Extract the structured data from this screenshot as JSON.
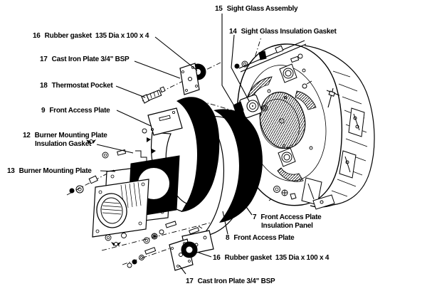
{
  "page": {
    "type": "exploded-parts-diagram",
    "colors": {
      "ink": "#000000",
      "paper": "#ffffff"
    }
  },
  "diagram": {
    "labels": [
      {
        "num": "15",
        "text": "Sight Glass Assembly",
        "line2": ""
      },
      {
        "num": "14",
        "text": "Sight Glass Insulation Gasket",
        "line2": ""
      },
      {
        "num": "16",
        "text": "Rubber gasket  135 Dia x 100 x 4",
        "line2": ""
      },
      {
        "num": "17",
        "text": "Cast Iron Plate 3/4\" BSP",
        "line2": ""
      },
      {
        "num": "18",
        "text": "Thermostat Pocket",
        "line2": ""
      },
      {
        "num": "9",
        "text": "Front Access Plate",
        "line2": ""
      },
      {
        "num": "12",
        "text": "Burner Mounting Plate",
        "line2": "Insulation Gasket"
      },
      {
        "num": "13",
        "text": "Burner Mounting Plate",
        "line2": ""
      },
      {
        "num": "7",
        "text": "Front Access Plate",
        "line2": "Insulation Panel"
      },
      {
        "num": "8",
        "text": "Front Access Plate",
        "line2": ""
      },
      {
        "num": "16",
        "text": "Rubber gasket  135 Dia x 100 x 4",
        "line2": ""
      },
      {
        "num": "17",
        "text": "Cast Iron Plate 3/4\" BSP",
        "line2": ""
      }
    ]
  }
}
